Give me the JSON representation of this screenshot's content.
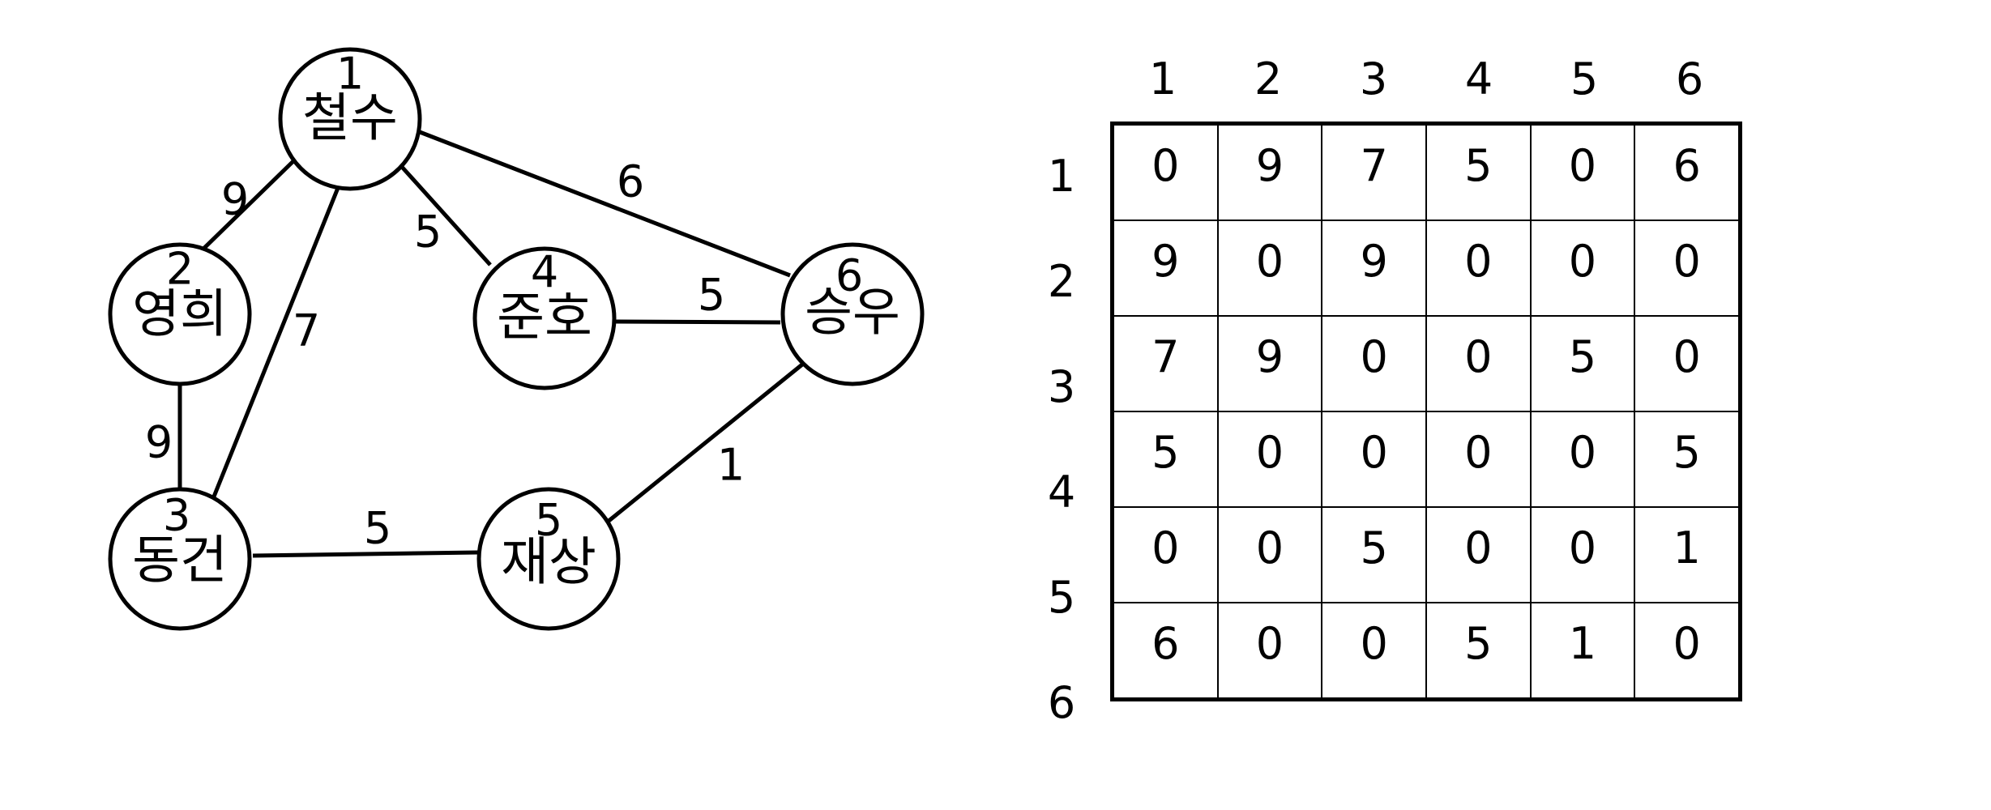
{
  "nodes": [
    {
      "id": "1",
      "name": "철수"
    },
    {
      "id": "2",
      "name": "영희"
    },
    {
      "id": "3",
      "name": "동건"
    },
    {
      "id": "4",
      "name": "준호"
    },
    {
      "id": "5",
      "name": "재상"
    },
    {
      "id": "6",
      "name": "승우"
    }
  ],
  "edges": [
    {
      "from": "1",
      "to": "2",
      "weight": "9"
    },
    {
      "from": "1",
      "to": "3",
      "weight": "7"
    },
    {
      "from": "1",
      "to": "4",
      "weight": "5"
    },
    {
      "from": "1",
      "to": "6",
      "weight": "6"
    },
    {
      "from": "2",
      "to": "3",
      "weight": "9"
    },
    {
      "from": "4",
      "to": "6",
      "weight": "5"
    },
    {
      "from": "3",
      "to": "5",
      "weight": "5"
    },
    {
      "from": "5",
      "to": "6",
      "weight": "1"
    }
  ],
  "matrix": {
    "col_headers": [
      "1",
      "2",
      "3",
      "4",
      "5",
      "6"
    ],
    "row_headers": [
      "1",
      "2",
      "3",
      "4",
      "5",
      "6"
    ],
    "rows": [
      [
        "0",
        "9",
        "7",
        "5",
        "0",
        "6"
      ],
      [
        "9",
        "0",
        "9",
        "0",
        "0",
        "0"
      ],
      [
        "7",
        "9",
        "0",
        "0",
        "5",
        "0"
      ],
      [
        "5",
        "0",
        "0",
        "0",
        "0",
        "5"
      ],
      [
        "0",
        "0",
        "5",
        "0",
        "0",
        "1"
      ],
      [
        "6",
        "0",
        "0",
        "5",
        "1",
        "0"
      ]
    ]
  }
}
